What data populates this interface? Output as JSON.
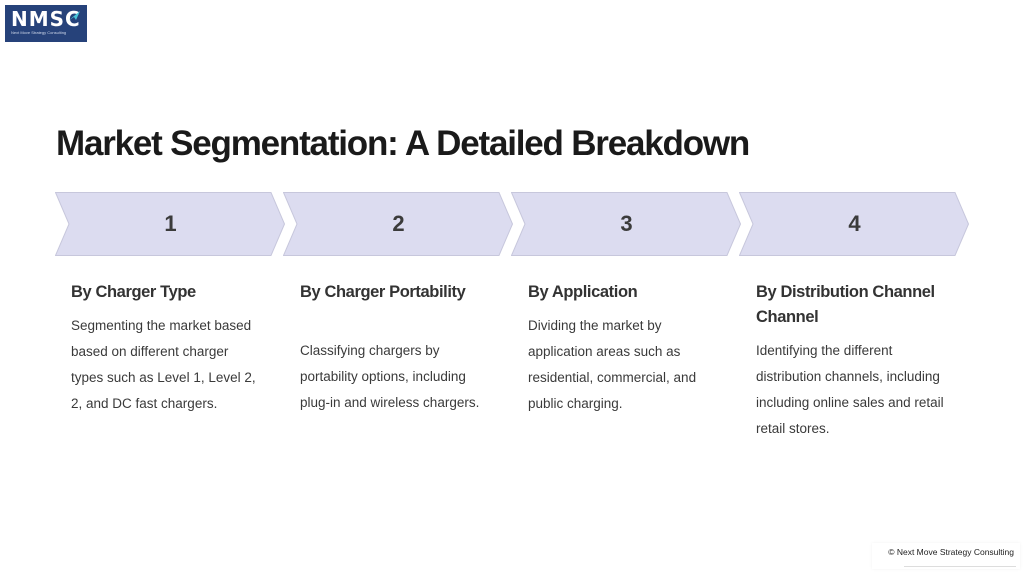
{
  "logo": {
    "mark": "NMSC",
    "tagline": "Next Move Strategy Consulting"
  },
  "title": "Market Segmentation: A Detailed Breakdown",
  "steps": [
    {
      "number": "1",
      "heading": "By Charger Type",
      "body": "Segmenting the market based based on different charger types such as Level 1, Level 2, 2, and DC fast chargers."
    },
    {
      "number": "2",
      "heading": "By Charger Portability",
      "body": "Classifying chargers by portability options, including plug-in and wireless chargers."
    },
    {
      "number": "3",
      "heading": "By Application",
      "body": "Dividing the market by application areas such as residential, commercial, and public charging."
    },
    {
      "number": "4",
      "heading": "By Distribution Channel Channel",
      "body": "Identifying the different distribution channels, including including online sales and retail retail stores."
    }
  ],
  "footer": {
    "copyright": "© Next Move Strategy Consulting"
  },
  "colors": {
    "chevron_fill": "#dcdcf0",
    "chevron_stroke": "#c7c7dc",
    "logo_bg": "#26427a"
  }
}
